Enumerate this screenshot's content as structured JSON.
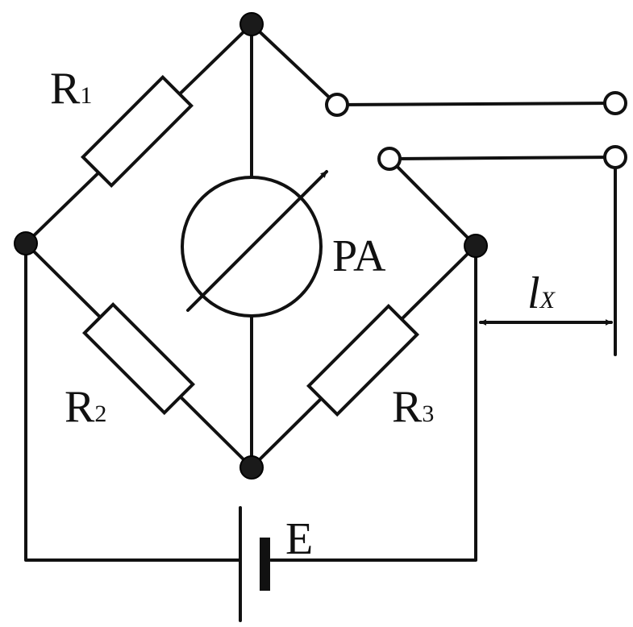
{
  "labels": {
    "r1": {
      "main": "R",
      "sub": "1"
    },
    "r2": {
      "main": "R",
      "sub": "2"
    },
    "r3": {
      "main": "R",
      "sub": "3"
    },
    "meter": "PA",
    "source": "E",
    "lx": {
      "main": "l",
      "sub": "X"
    }
  },
  "colors": {
    "ink": "#111111",
    "background": "#ffffff"
  }
}
